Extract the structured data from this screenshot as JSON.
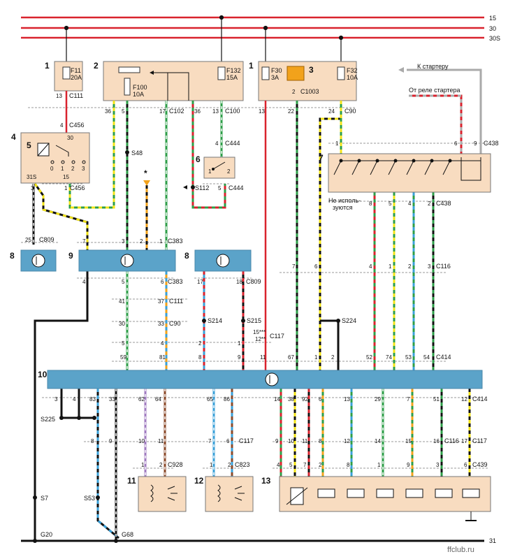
{
  "rails": {
    "r15": "15",
    "r30": "30",
    "r30s": "30S",
    "ground": "31"
  },
  "components": {
    "c1": "1",
    "c2": "2",
    "c3": "3",
    "c4": "4",
    "c5": "5",
    "c6": "6",
    "c7": "7",
    "c8": "8",
    "c9": "9",
    "c10": "10",
    "c11": "11",
    "c12": "12",
    "c13": "13"
  },
  "fuses": {
    "f11": "F11",
    "f11a": "20A",
    "f100": "F100",
    "f100a": "10A",
    "f132": "F132",
    "f132a": "15A",
    "f30": "F30",
    "f30a": "3A",
    "f32": "F32",
    "f32a": "10A"
  },
  "notes": {
    "to_starter": "К стартеру",
    "from_relay": "От реле стартера",
    "unused1": "Не исполь-",
    "unused2": "зуются",
    "star": "*",
    "pin15": "15***",
    "pin12": "12**",
    "site": "ffclub.ru"
  },
  "connectors": {
    "C111": "C111",
    "C456": "C456",
    "C102": "C102",
    "C100": "C100",
    "C90": "C90",
    "C1003": "C1003",
    "C444": "C444",
    "C438": "C438",
    "C809": "C809",
    "C383": "C383",
    "C116": "C116",
    "C117": "C117",
    "C414": "C414",
    "C928": "C928",
    "C823": "C823",
    "C439": "C439"
  },
  "splices": {
    "S48": "S48",
    "S112": "S112",
    "S214": "S214",
    "S215": "S215",
    "S224": "S224",
    "S225": "S225",
    "S7": "S7",
    "S53": "S53",
    "G20": "G20",
    "G68": "G68"
  },
  "pins": {
    "p13": "13",
    "p4": "4",
    "p30": "30",
    "p31s": "31S",
    "p15": "15",
    "p0": "0",
    "p1": "1",
    "p2": "2",
    "p3": "3",
    "p36": "36",
    "p5": "5",
    "p17": "17",
    "p22": "22",
    "p24": "24",
    "p9": "9",
    "p6": "6",
    "p8": "8",
    "p25": "25",
    "p7": "7",
    "p18": "18",
    "p41": "41",
    "p37": "37",
    "p33": "33",
    "p59": "59",
    "p81": "81",
    "p11": "11",
    "p67": "67",
    "p52": "52",
    "p74": "74",
    "p53": "53",
    "p54": "54",
    "p83": "83",
    "p62": "62",
    "p64": "64",
    "p65": "65",
    "p86": "86",
    "p14": "14",
    "p38": "38",
    "p92": "92",
    "p29": "29",
    "p51": "51",
    "p12": "12",
    "p10": "10",
    "p16": "16"
  }
}
